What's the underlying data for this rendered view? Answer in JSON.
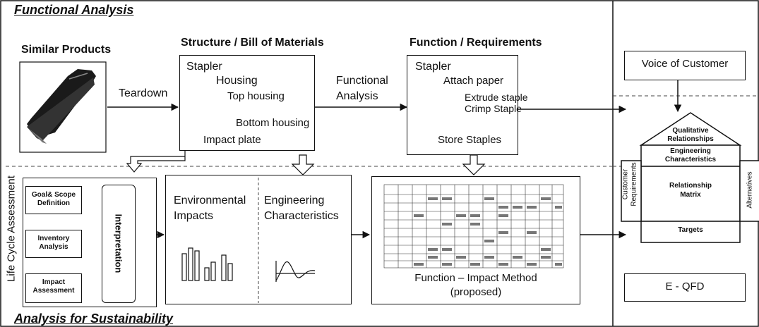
{
  "sections": {
    "functional_analysis": "Functional Analysis",
    "analysis_for_sustainability": "Analysis for Sustainability",
    "life_cycle_assessment": "Life Cycle Assessment"
  },
  "similar_products": {
    "title": "Similar Products"
  },
  "teardown": "Teardown",
  "bom": {
    "title": "Structure / Bill of Materials",
    "root": "Stapler",
    "housing": "Housing",
    "top_housing": "Top housing",
    "bottom_housing": "Bottom housing",
    "impact_plate": "Impact plate"
  },
  "functional_analysis_label": [
    "Functional",
    "Analysis"
  ],
  "function_req": {
    "title": "Function / Requirements",
    "root": "Stapler",
    "attach_paper": "Attach paper",
    "extrude": "Extrude staple",
    "crimp": "Crimp Staple",
    "store": "Store Staples"
  },
  "lca": {
    "goal": [
      "Goal& Scope",
      "Definition"
    ],
    "inventory": [
      "Inventory",
      "Analysis"
    ],
    "impact": [
      "Impact",
      "Assessment"
    ],
    "interpretation": "Interpretation"
  },
  "env_impacts": [
    "Environmental",
    "Impacts"
  ],
  "eng_chars": [
    "Engineering",
    "Characteristics"
  ],
  "method": [
    "Function – Impact Method",
    "(proposed)"
  ],
  "qfd": {
    "voice": "Voice of Customer",
    "roof": [
      "Qualitative",
      "Relationships"
    ],
    "eng": [
      "Engineering",
      "Characteristics"
    ],
    "customer": [
      "Customer",
      "Requirements"
    ],
    "matrix": [
      "Relationship",
      "Matrix"
    ],
    "alternatives": "Alternatives",
    "targets": "Targets",
    "eqfd": "E - QFD"
  },
  "colors": {
    "line": "#111111",
    "stapler_body": "#1a1a1a"
  }
}
